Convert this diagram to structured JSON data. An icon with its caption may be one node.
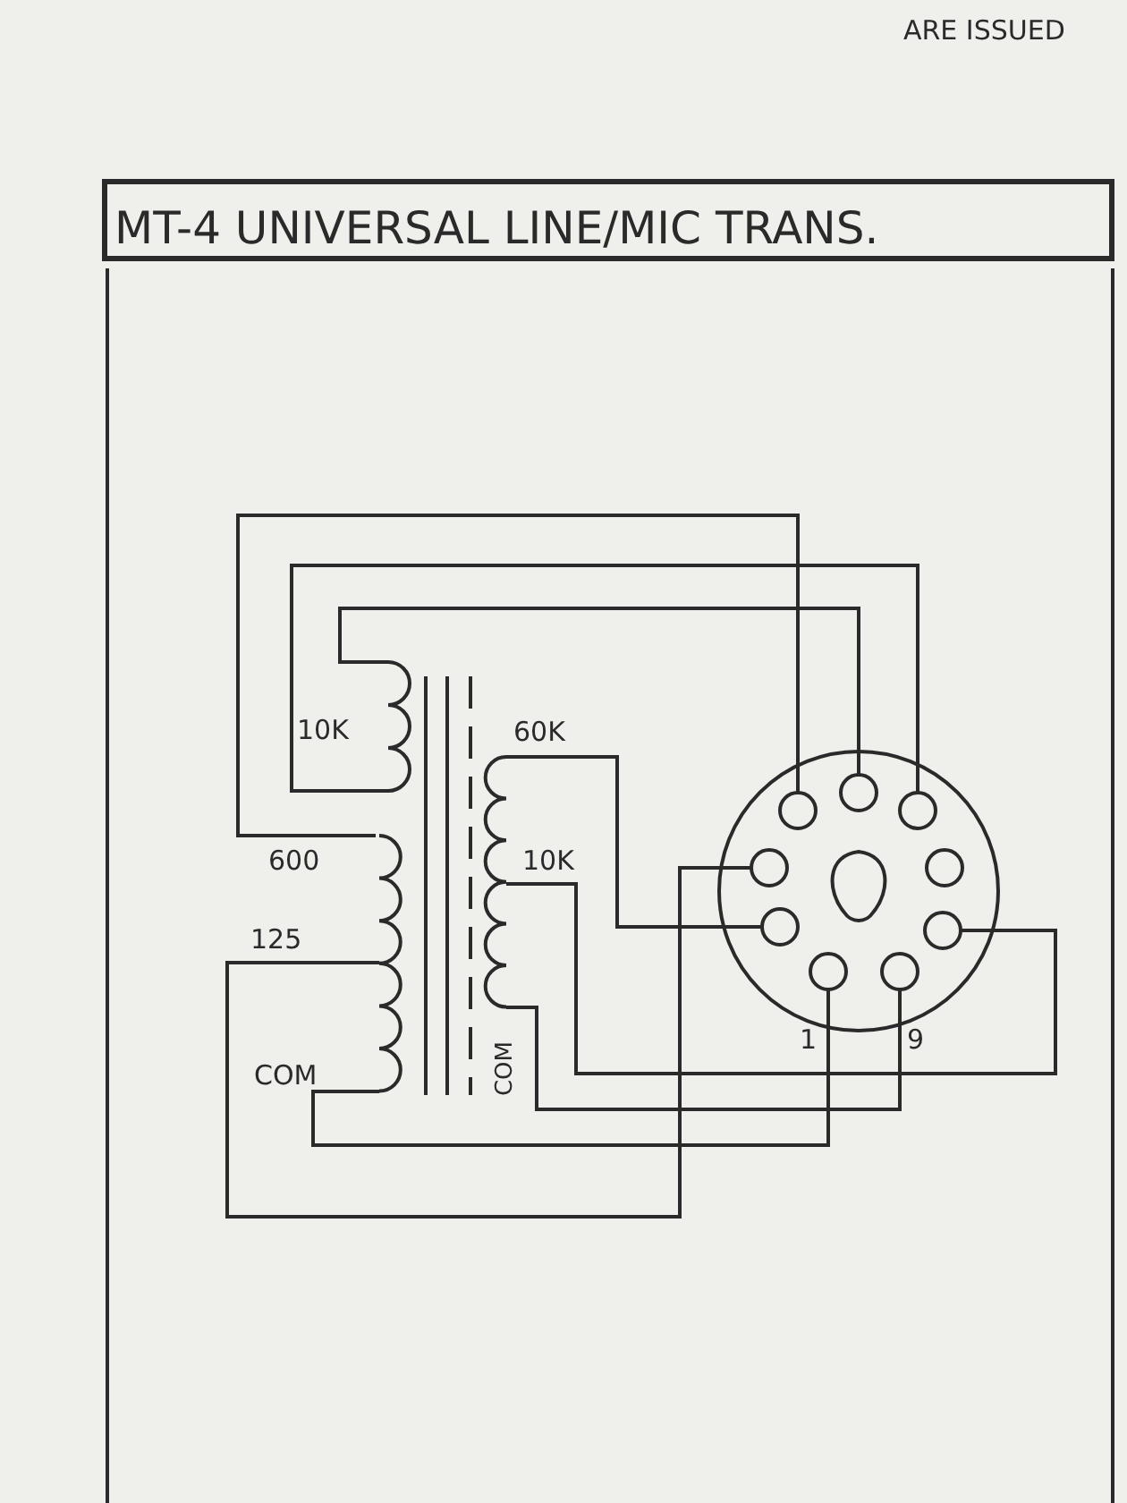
{
  "diagram": {
    "title": "MT-4 UNIVERSAL LINE/MIC TRANS.",
    "labels": [
      "ARE ISSUED",
      "10K",
      "60K",
      "600",
      "10K",
      "125",
      "COM",
      "COM",
      "1",
      "9"
    ]
  }
}
